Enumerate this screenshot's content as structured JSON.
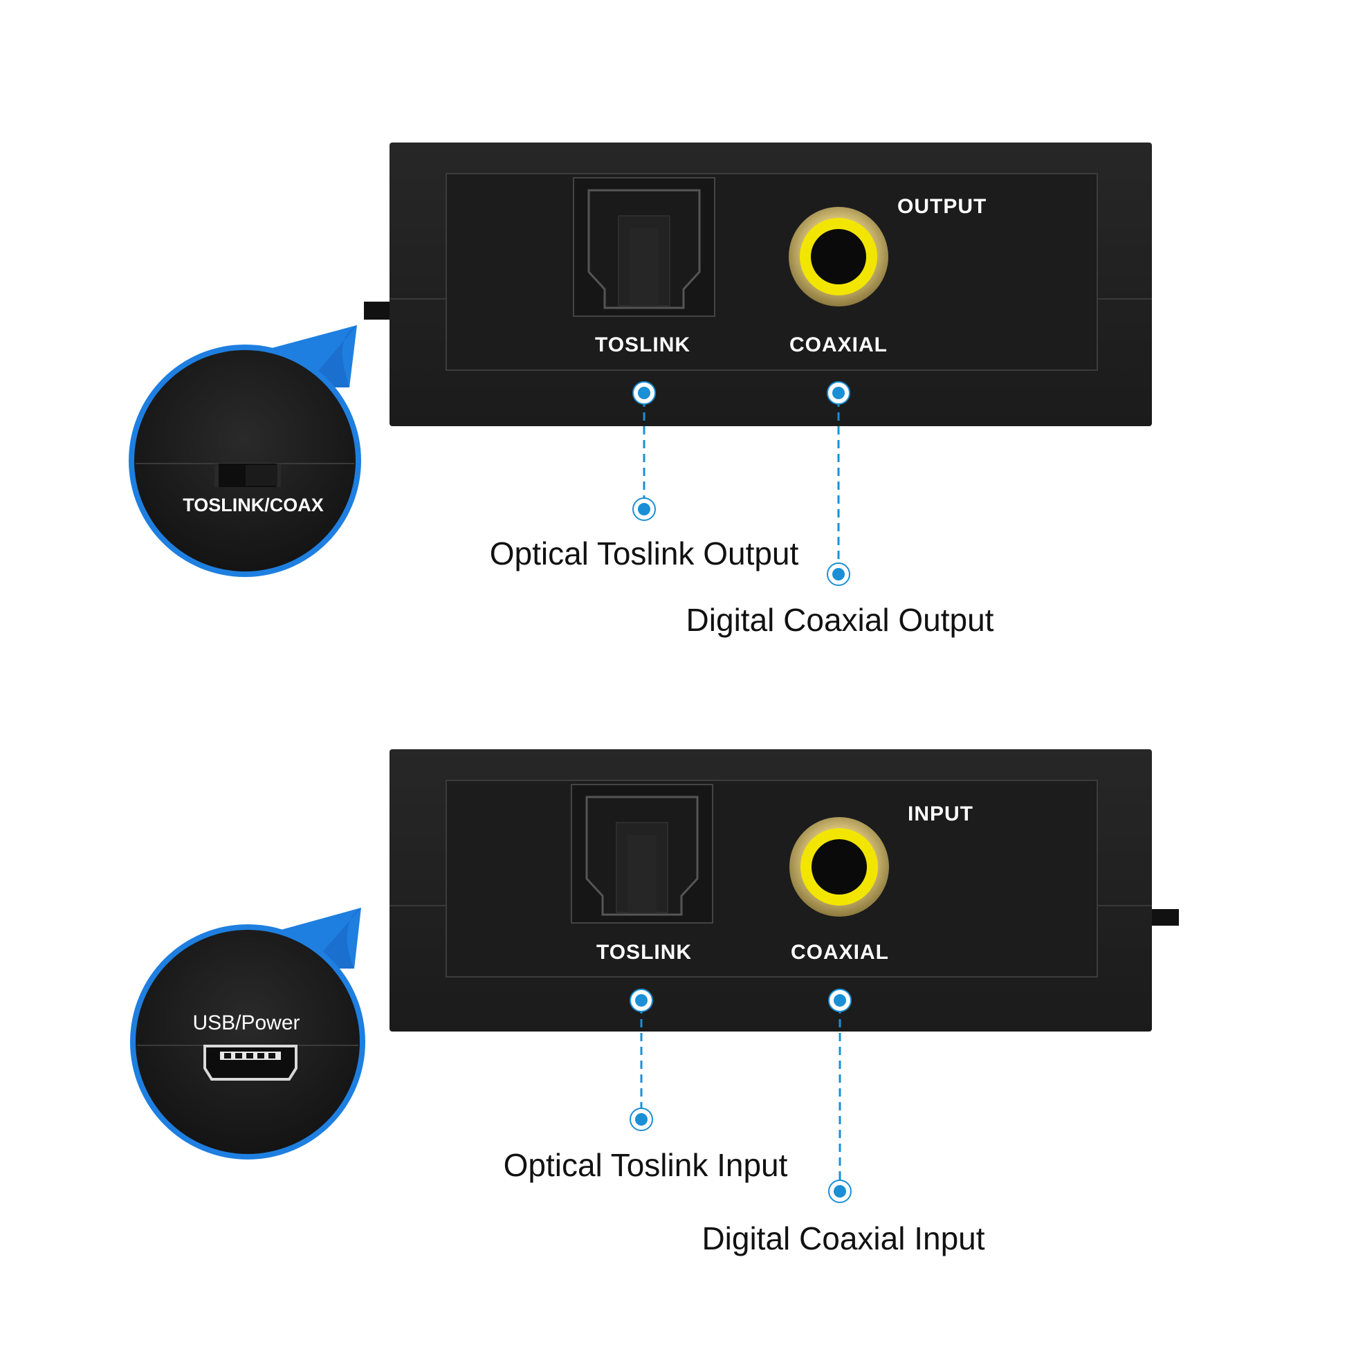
{
  "top_device": {
    "panel_title": "OUTPUT",
    "optical_port_label": "TOSLINK",
    "coaxial_port_label": "COAXIAL",
    "optical_callout": "Optical Toslink Output",
    "coaxial_callout": "Digital Coaxial Output",
    "zoom_label": "TOSLINK/COAX"
  },
  "bottom_device": {
    "panel_title": "INPUT",
    "optical_port_label": "TOSLINK",
    "coaxial_port_label": "COAXIAL",
    "optical_callout": "Optical Toslink Input",
    "coaxial_callout": "Digital Coaxial Input",
    "zoom_label": "USB/Power"
  },
  "colors": {
    "device_body": "#1f1f1f",
    "accent_blue": "#1a8fd6",
    "zoom_ring": "#1e7fe0",
    "rca_yellow": "#f2e600",
    "rca_gold": "#d8c27a"
  },
  "icons": {
    "optical_port": "toslink-port-icon",
    "coaxial_port": "rca-jack-icon",
    "switch": "slide-switch-icon",
    "usb": "mini-usb-port-icon"
  }
}
